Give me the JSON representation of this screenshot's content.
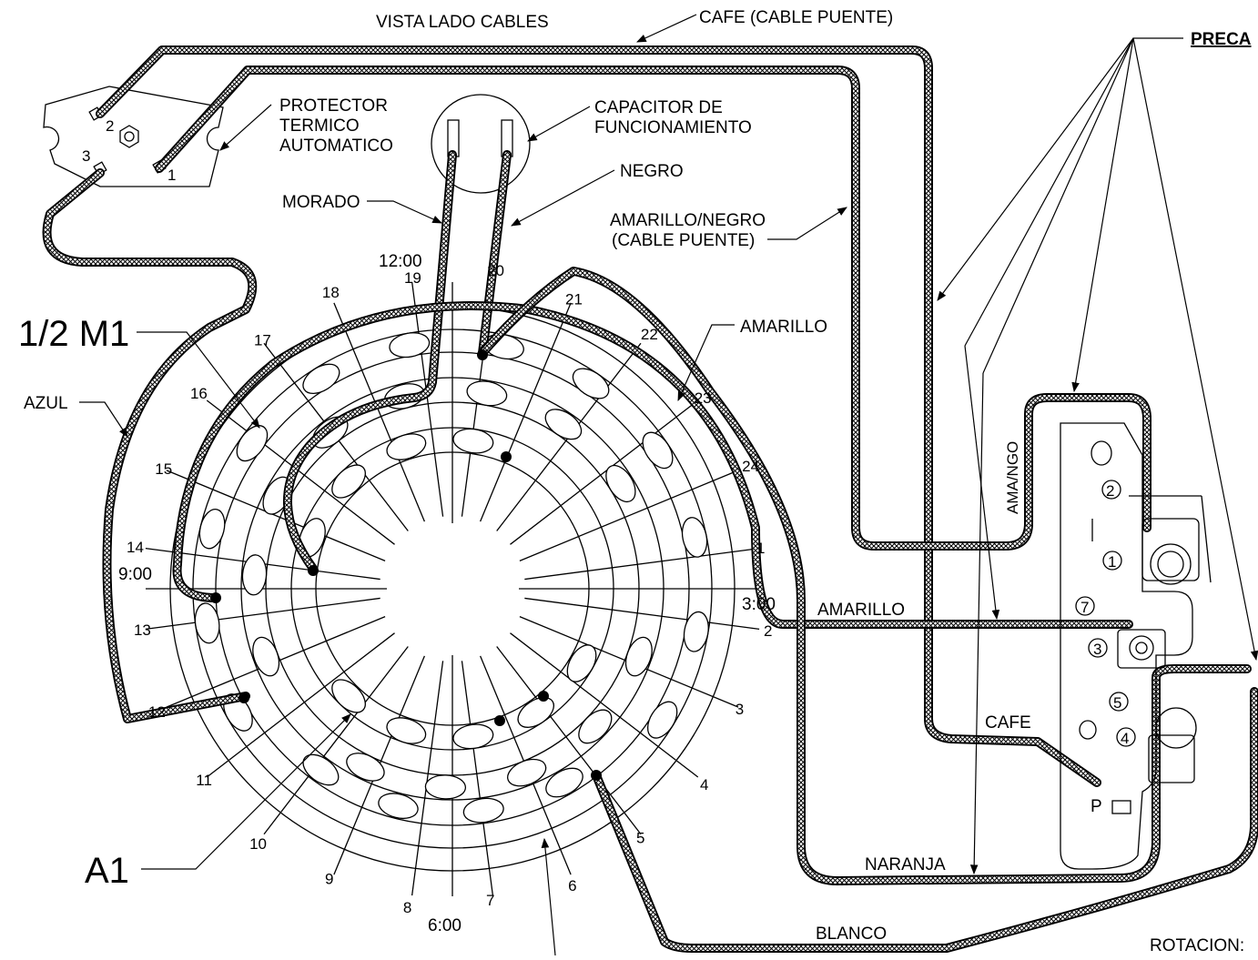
{
  "labels": {
    "view": "VISTA LADO CABLES",
    "cafe_bridge": "CAFE (CABLE PUENTE)",
    "caution": "PRECA",
    "protector_1": "PROTECTOR",
    "protector_2": "TERMICO",
    "protector_3": "AUTOMATICO",
    "capacitor_1": "CAPACITOR DE",
    "capacitor_2": "FUNCIONAMIENTO",
    "negro": "NEGRO",
    "morado": "MORADO",
    "amarillo_negro_1": "AMARILLO/NEGRO",
    "amarillo_negro_2": "(CABLE PUENTE)",
    "amarillo_top": "AMARILLO",
    "amarillo_mid": "AMARILLO",
    "ama_ngo": "AMA/NGO",
    "azul": "AZUL",
    "half_m1": "1/2 M1",
    "a1": "A1",
    "cafe": "CAFE",
    "naranja": "NARANJA",
    "blanco": "BLANCO",
    "rotacion": "ROTACION:",
    "p": "P"
  },
  "clock": {
    "h12": "12:00",
    "h3": "3:00",
    "h6": "6:00",
    "h9": "9:00"
  },
  "slots": [
    "1",
    "2",
    "3",
    "4",
    "5",
    "6",
    "7",
    "8",
    "9",
    "10",
    "11",
    "12",
    "13",
    "14",
    "15",
    "16",
    "17",
    "18",
    "19",
    "20",
    "21",
    "22",
    "23",
    "24"
  ],
  "protector_terminals": [
    "1",
    "2",
    "3"
  ],
  "switch_terminals": [
    "1",
    "2",
    "3",
    "4",
    "5",
    "7"
  ]
}
